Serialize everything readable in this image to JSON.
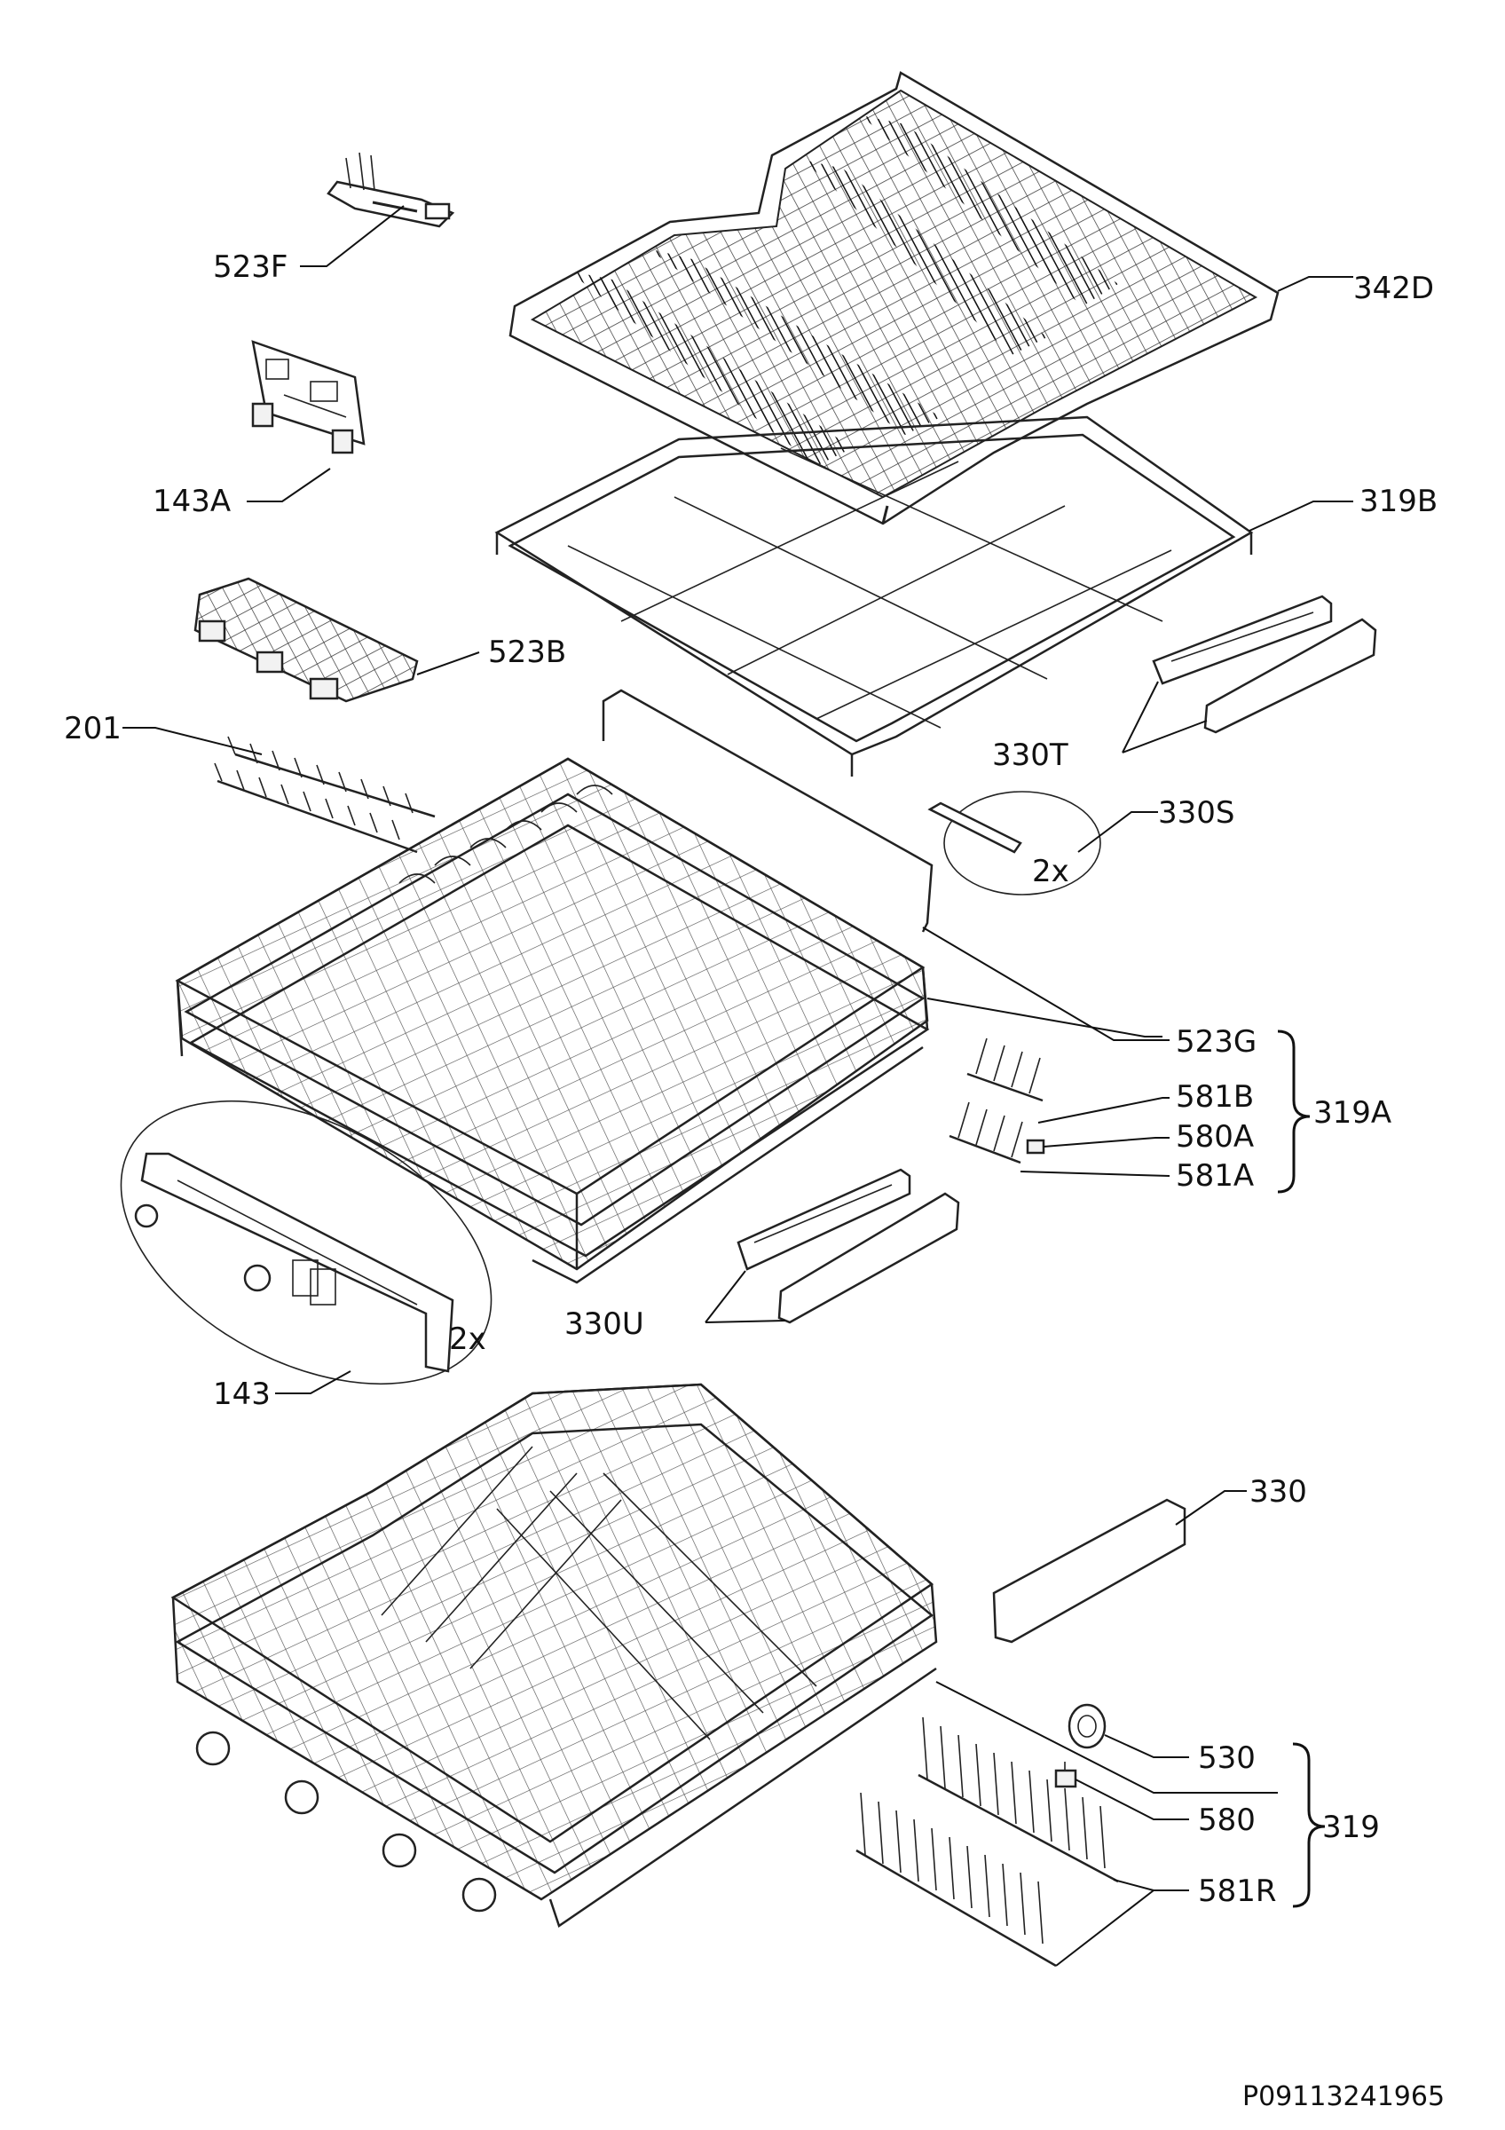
{
  "labels": {
    "p523F": "523F",
    "p342D": "342D",
    "p143A": "143A",
    "p319B": "319B",
    "p523B": "523B",
    "p201": "201",
    "p330T": "330T",
    "p330S": "330S",
    "p330S_qty": "2x",
    "p523G": "523G",
    "p581B": "581B",
    "p580A": "580A",
    "p581A": "581A",
    "p319A": "319A",
    "p330U": "330U",
    "p143": "143",
    "p143_qty": "2x",
    "p330": "330",
    "p530": "530",
    "p580": "580",
    "p581R": "581R",
    "p319": "319",
    "code": "P09113241965"
  }
}
